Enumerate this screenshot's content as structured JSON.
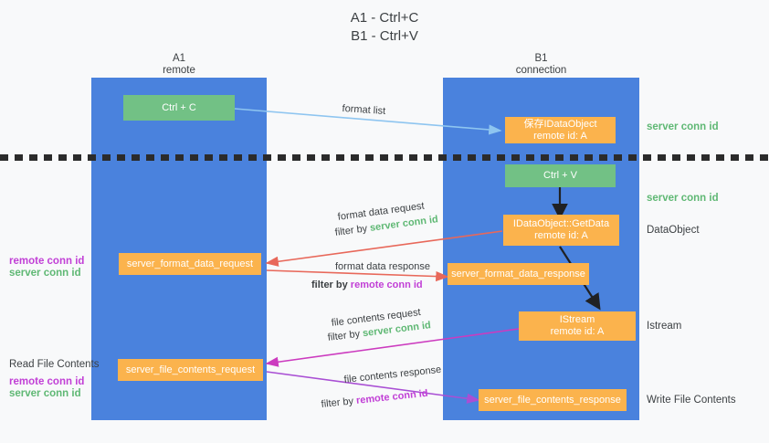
{
  "title": {
    "line1": "A1 - Ctrl+C",
    "line2": "B1 - Ctrl+V"
  },
  "lanes": {
    "left": {
      "name": "A1",
      "sub": "remote"
    },
    "right": {
      "name": "B1",
      "sub": "connection"
    }
  },
  "nodes": {
    "ctrl_c": {
      "line1": "Ctrl + C"
    },
    "save_idataobject": {
      "line1": "保存IDataObject",
      "line2": "remote id: A"
    },
    "ctrl_v": {
      "line1": "Ctrl + V"
    },
    "getdata": {
      "line1": "IDataObject::GetData",
      "line2": "remote id: A"
    },
    "istream": {
      "line1": "IStream",
      "line2": "remote id: A"
    },
    "server_format_data_request": {
      "line1": "server_format_data_request"
    },
    "server_format_data_response": {
      "line1": "server_format_data_response"
    },
    "server_file_contents_request": {
      "line1": "server_file_contents_request"
    },
    "server_file_contents_response": {
      "line1": "server_file_contents_response"
    }
  },
  "side_labels": {
    "server_conn_id_top": "server conn id",
    "server_conn_id_mid": "server conn id",
    "dataobject": "DataObject",
    "istream": "Istream",
    "write_file_contents": "Write File Contents",
    "read_file_contents": "Read File Contents",
    "left_remote_conn_id_1": "remote conn id",
    "left_server_conn_id_1": "server conn id",
    "left_remote_conn_id_2": "remote conn id",
    "left_server_conn_id_2": "server conn id"
  },
  "edges": {
    "format_list": "format list",
    "format_data_request": "format data request",
    "format_data_request_filter_prefix": "filter by ",
    "format_data_request_filter_value": "server conn id",
    "format_data_response": "format data response",
    "format_data_response_filter_prefix": "filter by ",
    "format_data_response_filter_value": "remote conn id",
    "file_contents_request": "file contents request",
    "file_contents_request_filter_prefix": "filter by ",
    "file_contents_request_filter_value": "server conn id",
    "file_contents_response": "file contents response",
    "file_contents_response_filter_prefix": "filter by ",
    "file_contents_response_filter_value": "remote conn id"
  },
  "colors": {
    "lane": "#4a82dd",
    "green_node": "#72c185",
    "orange_node": "#fbb34d",
    "green_text": "#5fb874",
    "purple_text": "#c13fd6",
    "arrow_light_blue": "#8ec5f0",
    "arrow_red": "#e8685a",
    "arrow_magenta": "#cc3bbf",
    "arrow_purple": "#a94fd4",
    "arrow_black": "#202124",
    "background": "#f8f9fa"
  }
}
